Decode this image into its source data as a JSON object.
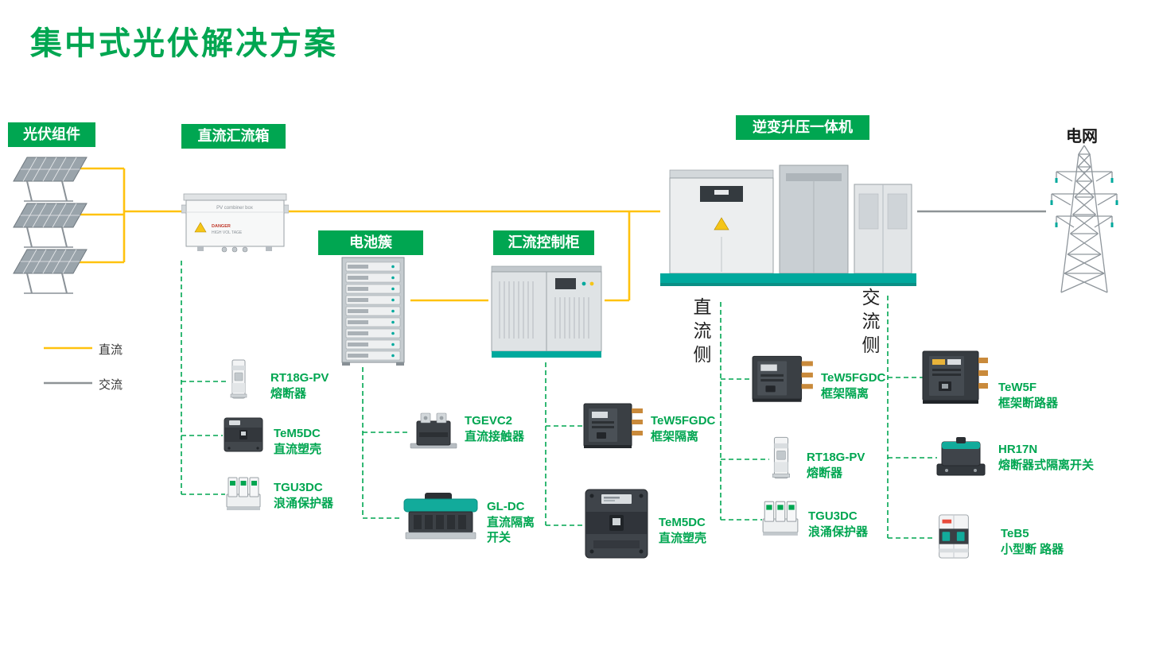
{
  "title": "集中式光伏解决方案",
  "badges": {
    "pv_modules": "光伏组件",
    "dc_combiner_box": "直流汇流箱",
    "battery_cluster": "电池簇",
    "combiner_control_cabinet": "汇流控制柜",
    "inverter_booster_station": "逆变升压一体机"
  },
  "grid_label": "电网",
  "side_labels": {
    "dc_side": "直流侧",
    "ac_side": "交流侧"
  },
  "legend": {
    "dc_label": "直流",
    "ac_label": "交流"
  },
  "combiner_box": {
    "title": "PV combiner box",
    "warning_line1": "DANGER",
    "warning_line2": "HIGH VOL TAGE"
  },
  "components": [
    {
      "model": "RT18G-PV",
      "desc": "熔断器"
    },
    {
      "model": "TeM5DC",
      "desc": "直流塑壳"
    },
    {
      "model": "TGU3DC",
      "desc": "浪涌保护器"
    },
    {
      "model": "TGEVC2",
      "desc": "直流接触器"
    },
    {
      "model": "GL-DC",
      "desc": "直流隔离\n开关"
    },
    {
      "model": "TeW5FGDC",
      "desc": "框架隔离"
    },
    {
      "model": "TeM5DC",
      "desc": "直流塑壳"
    },
    {
      "model": "TeW5FGDC",
      "desc": "框架隔离"
    },
    {
      "model": "RT18G-PV",
      "desc": "熔断器"
    },
    {
      "model": "TGU3DC",
      "desc": "浪涌保护器"
    },
    {
      "model": "TeW5F",
      "desc": "框架断路器"
    },
    {
      "model": "HR17N",
      "desc": "熔断器式隔离开关"
    },
    {
      "model": "TeB5",
      "desc": "小型断 路器"
    }
  ],
  "colors": {
    "accent_green": "#00A651",
    "dc_line_yellow": "#FFC20E",
    "ac_line_gray": "#8E9396",
    "equipment_teal": "#00A99D"
  }
}
